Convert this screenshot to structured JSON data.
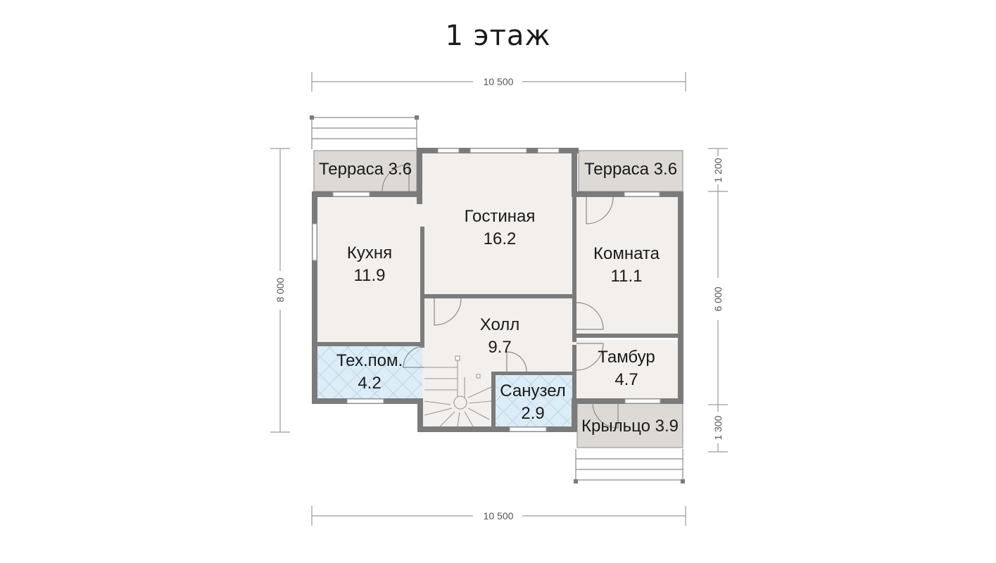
{
  "title": "1 этаж",
  "dimensions": {
    "top": "10 500",
    "bottom": "10 500",
    "left": "8 000",
    "right_top": "1 200",
    "right_middle": "6 000",
    "right_bottom": "1 300"
  },
  "rooms": {
    "terrace_left": {
      "label": "Терраса 3.6"
    },
    "terrace_right": {
      "label": "Терраса 3.6"
    },
    "living": {
      "name": "Гостиная",
      "area": "16.2"
    },
    "kitchen": {
      "name": "Кухня",
      "area": "11.9"
    },
    "room": {
      "name": "Комната",
      "area": "11.1"
    },
    "hall": {
      "name": "Холл",
      "area": "9.7"
    },
    "tech": {
      "name": "Тех.пом.",
      "area": "4.2"
    },
    "vestibule": {
      "name": "Тамбур",
      "area": "4.7"
    },
    "bathroom": {
      "name": "Санузел",
      "area": "2.9"
    },
    "porch": {
      "label": "Крыльцо 3.9"
    }
  },
  "colors": {
    "wall": "#7b7b7b",
    "floor": "#f2efec",
    "terrace": "#dddad6",
    "wet": "#dcedf7",
    "dim_line": "#9a9a9a"
  }
}
